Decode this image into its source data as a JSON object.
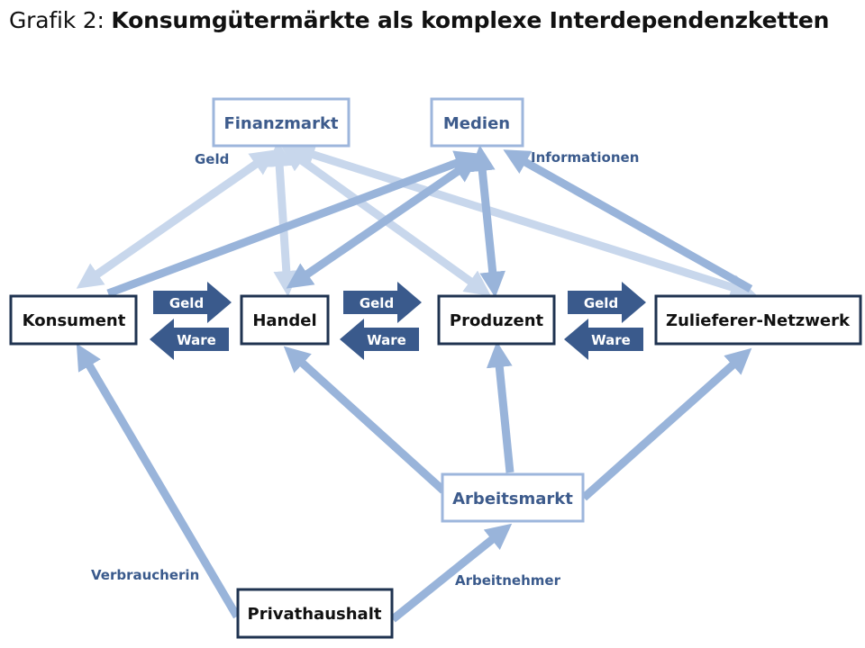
{
  "title": {
    "prefix": "Grafik 2:",
    "main": "Konsumgütermärkte als komplexe Interdependenzketten"
  },
  "nodes": {
    "finanzmarkt": "Finanzmarkt",
    "medien": "Medien",
    "konsument": "Konsument",
    "handel": "Handel",
    "produzent": "Produzent",
    "zulieferer": "Zulieferer-Netzwerk",
    "arbeitsmarkt": "Arbeitsmarkt",
    "privathaushalt": "Privathaushalt"
  },
  "edge_labels": {
    "geld": "Geld",
    "informationen": "Informationen",
    "verbraucherin": "Verbraucherin",
    "arbeitnehmer": "Arbeitnehmer"
  },
  "flows": [
    {
      "money": "Geld",
      "goods": "Ware"
    },
    {
      "money": "Geld",
      "goods": "Ware"
    },
    {
      "money": "Geld",
      "goods": "Ware"
    }
  ],
  "colors": {
    "dark_border": "#1f3350",
    "light_border": "#9db6dc",
    "arrow_medium": "#99b4da",
    "arrow_pale": "#c8d7ec",
    "flow_arrow": "#3a5a8c",
    "label_text": "#3a5a8c"
  }
}
